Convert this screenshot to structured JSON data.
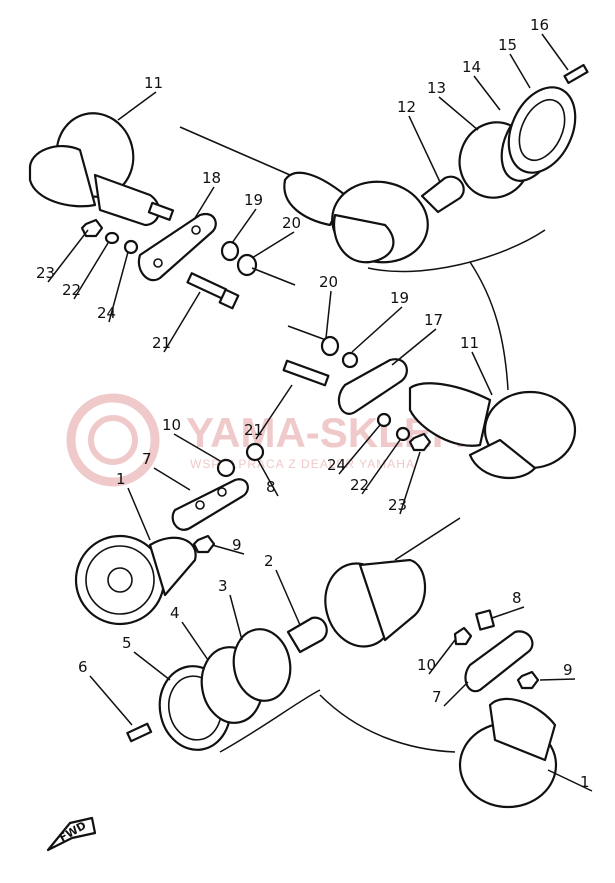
{
  "diagram": {
    "watermark": {
      "brand": "YAMA-SKLEP.PL",
      "tagline": "WSPÓŁPRACA Z DEALER YAMAHA"
    },
    "direction_label": "FWD",
    "callouts": [
      "11",
      "18",
      "19",
      "20",
      "23",
      "22",
      "24",
      "21",
      "12",
      "13",
      "14",
      "15",
      "16",
      "20",
      "19",
      "17",
      "11",
      "21",
      "10",
      "7",
      "8",
      "1",
      "24",
      "22",
      "23",
      "9",
      "2",
      "3",
      "4",
      "5",
      "6",
      "8",
      "10",
      "9",
      "7",
      "1"
    ]
  },
  "colors": {
    "ink": "#111111",
    "watermark": "#f0c9cb"
  }
}
